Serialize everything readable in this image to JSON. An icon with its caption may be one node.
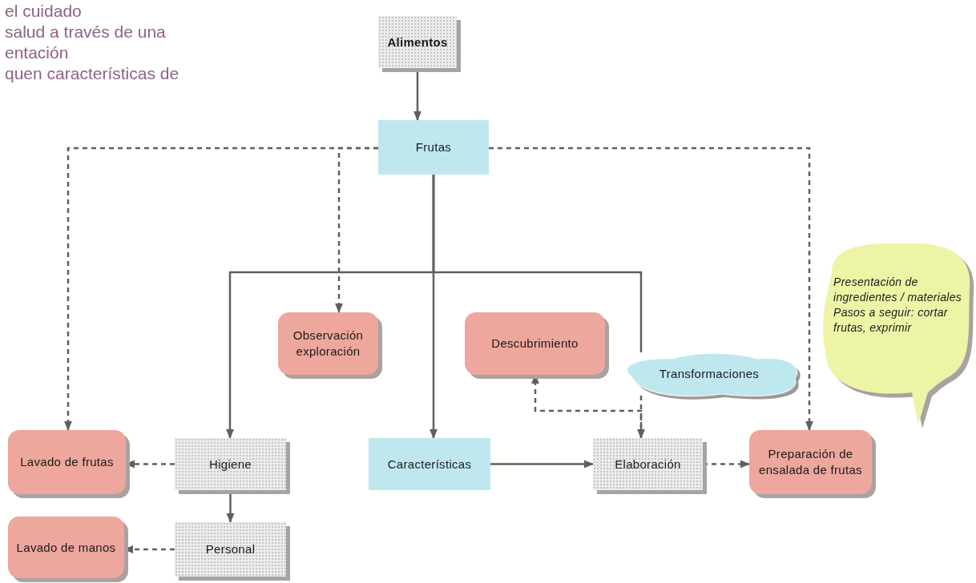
{
  "diagram": {
    "nodes": [
      {
        "text": [
          "Alimentos"
        ]
      },
      {
        "text": [
          "Frutas"
        ]
      },
      {
        "text": [
          "Observación exploración"
        ]
      },
      {
        "text": [
          "Descubrimiento"
        ]
      },
      {
        "text": [
          "Transformaciones"
        ]
      },
      {
        "text": [
          "Presentación de ingredientes / materiales Pasos a seguir: cortar frutas, exprimir"
        ]
      },
      {
        "text": [
          "Lavado de frutas"
        ]
      },
      {
        "text": [
          "Higiene"
        ]
      },
      {
        "text": [
          "Características"
        ]
      },
      {
        "text": [
          "Elaboración"
        ]
      },
      {
        "text": [
          "Preparación de ensalada de frutas"
        ]
      },
      {
        "text": [
          "Lavado de manos"
        ]
      },
      {
        "text": [
          "Personal"
        ]
      }
    ],
    "edges": [
      {
        "from": 0,
        "to": 1,
        "arrow": "to"
      },
      {
        "from": 1,
        "to": 6,
        "arrow": "to",
        "style": "dashed"
      },
      {
        "from": 1,
        "to": 2,
        "arrow": "to",
        "style": "dashed"
      },
      {
        "from": 1,
        "to": 10,
        "arrow": "to",
        "style": "dashed"
      },
      {
        "from": 1,
        "to": 8,
        "arrow": "to"
      },
      {
        "from": 1,
        "to": 7,
        "arrow": "to"
      },
      {
        "from": 1,
        "to": 4,
        "arrow": "none"
      },
      {
        "from": 8,
        "to": 9,
        "arrow": "to"
      },
      {
        "from": 9,
        "to": 10,
        "arrow": "to",
        "style": "dashed"
      },
      {
        "from": 7,
        "to": 6,
        "arrow": "to",
        "style": "dashed"
      },
      {
        "from": 7,
        "to": 12,
        "arrow": "to"
      },
      {
        "from": 12,
        "to": 11,
        "arrow": "to",
        "style": "dashed"
      },
      {
        "from": 4,
        "to": 9,
        "arrow": "to",
        "style": "dashed"
      },
      {
        "from": 9,
        "to": 3,
        "arrow": "to",
        "style": "dashed"
      }
    ],
    "labels": [
      "el cuidado",
      "salud a través de una",
      "entación",
      "quen características de"
    ]
  }
}
